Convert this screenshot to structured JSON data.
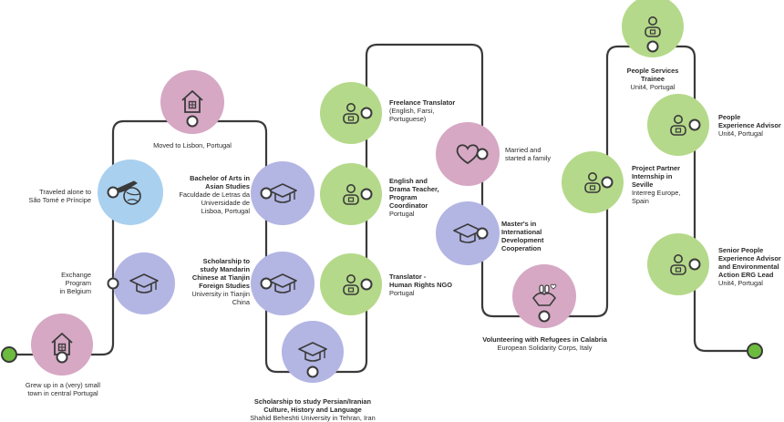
{
  "colors": {
    "path": "#3a3a3a",
    "green": "#b5d98a",
    "pink": "#d6a8c4",
    "lavender": "#b3b5e3",
    "blue": "#a9d0ef",
    "icon": "#3a3a3a",
    "endpoint": "#6dbb3e"
  },
  "milestones": [
    {
      "id": "grew-up",
      "icon": "house-icon",
      "color": "pink",
      "title": "",
      "lines": [
        "Grew up in a (very) small",
        "town in central Portugal"
      ]
    },
    {
      "id": "exchange",
      "icon": "graduation-cap-icon",
      "color": "lavender",
      "title": "",
      "lines": [
        "Exchange",
        "Program",
        "in Belgium"
      ]
    },
    {
      "id": "sao-tome",
      "icon": "plane-globe-icon",
      "color": "blue",
      "title": "",
      "lines": [
        "Traveled alone to",
        "São Tomé e Príncipe"
      ]
    },
    {
      "id": "lisbon",
      "icon": "house-icon",
      "color": "pink",
      "title": "",
      "lines": [
        "Moved to Lisbon, Portugal"
      ]
    },
    {
      "id": "bachelor",
      "icon": "graduation-cap-icon",
      "color": "lavender",
      "title": "Bachelor of Arts in Asian Studies",
      "titleLines": [
        "Bachelor of Arts in",
        "Asian Studies"
      ],
      "lines": [
        "Faculdade de Letras da",
        "Universidade de",
        "Lisboa, Portugal"
      ]
    },
    {
      "id": "scholarship-china",
      "icon": "graduation-cap-icon",
      "color": "lavender",
      "titleLines": [
        "Scholarship to",
        "study Mandarin",
        "Chinese at Tianjin",
        "Foreign Studies"
      ],
      "lines": [
        "University in Tianjin",
        "China"
      ]
    },
    {
      "id": "scholarship-iran",
      "icon": "graduation-cap-icon",
      "color": "lavender",
      "titleLines": [
        "Scholarship to study Persian/Iranian",
        "Culture, History and Language"
      ],
      "lines": [
        "Shahid Beheshti University in Tehran, Iran"
      ]
    },
    {
      "id": "translator-ngo",
      "icon": "person-icon",
      "color": "green",
      "titleLines": [
        "Translator -",
        "Human Rights NGO"
      ],
      "lines": [
        "Portugal"
      ]
    },
    {
      "id": "drama-teacher",
      "icon": "person-icon",
      "color": "green",
      "titleLines": [
        "English and",
        "Drama Teacher,",
        "Program",
        "Coordinator"
      ],
      "lines": [
        "Portugal"
      ]
    },
    {
      "id": "freelance",
      "icon": "person-icon",
      "color": "green",
      "titleLines": [
        "Freelance Translator"
      ],
      "lines": [
        "(English, Farsi,",
        "Portuguese)"
      ]
    },
    {
      "id": "married",
      "icon": "heart-icon",
      "color": "pink",
      "titleLines": [],
      "lines": [
        "Married and",
        "started a family"
      ]
    },
    {
      "id": "masters",
      "icon": "graduation-cap-icon",
      "color": "lavender",
      "titleLines": [
        "Master's in",
        "International",
        "Development",
        "Cooperation"
      ],
      "lines": []
    },
    {
      "id": "calabria",
      "icon": "hands-icon",
      "color": "pink",
      "titleLines": [
        "Volunteering with Refugees in Calabria"
      ],
      "lines": [
        "European Solidarity Corps, Italy"
      ]
    },
    {
      "id": "seville",
      "icon": "person-icon",
      "color": "green",
      "titleLines": [
        "Project Partner",
        "Internship in",
        "Seville"
      ],
      "lines": [
        "Interreg Europe,",
        "Spain"
      ]
    },
    {
      "id": "people-trainee",
      "icon": "person-icon",
      "color": "green",
      "titleLines": [
        "People Services",
        "Trainee"
      ],
      "lines": [
        "Unit4, Portugal"
      ]
    },
    {
      "id": "people-advisor",
      "icon": "person-icon",
      "color": "green",
      "titleLines": [
        "People",
        "Experience Advisor"
      ],
      "lines": [
        "Unit4, Portugal"
      ]
    },
    {
      "id": "senior-advisor",
      "icon": "person-icon",
      "color": "green",
      "titleLines": [
        "Senior People",
        "Experience Advisor",
        "and Environmental",
        "Action ERG Lead"
      ],
      "lines": [
        "Unit4, Portugal"
      ]
    }
  ]
}
